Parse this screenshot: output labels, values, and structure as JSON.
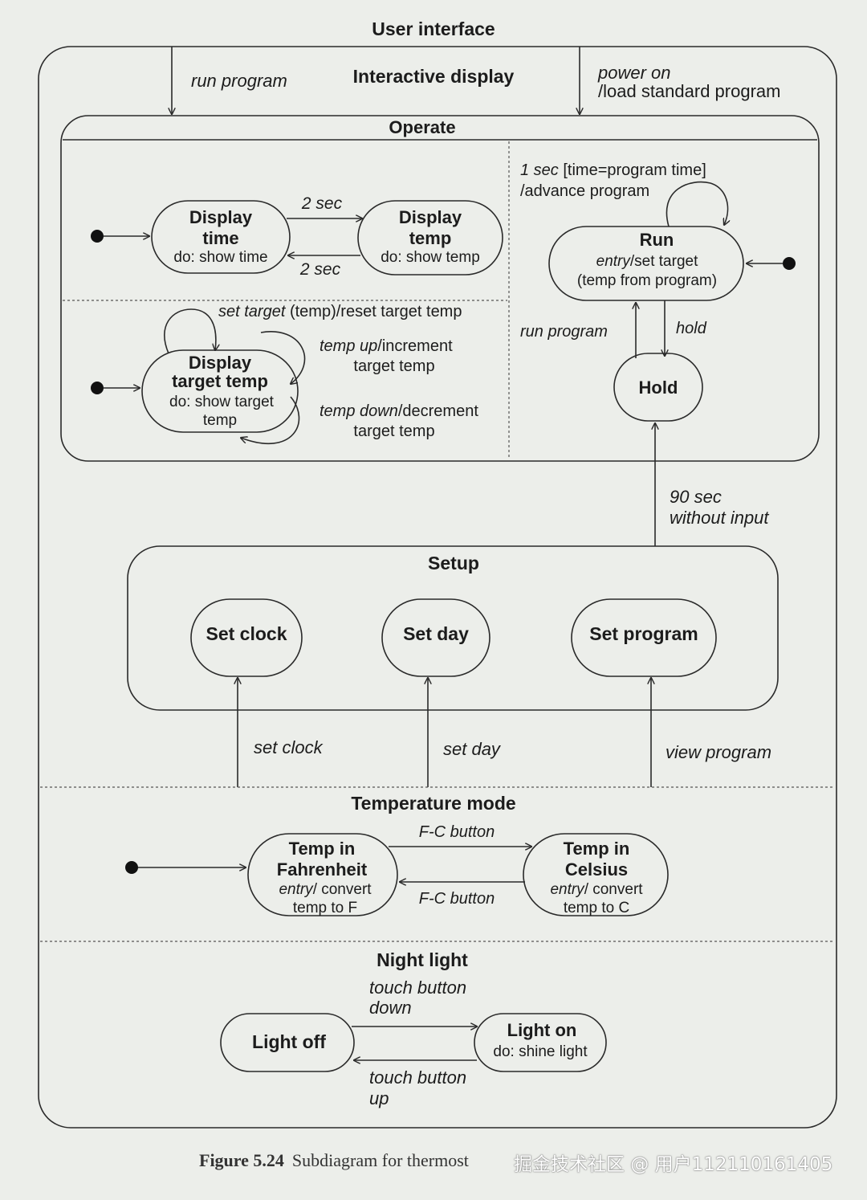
{
  "diagram": {
    "user_interface": {
      "title": "User interface"
    },
    "interactive_display": {
      "title": "Interactive display",
      "run_program_label": "run program",
      "power_on_line1": "power on",
      "power_on_line2": "/load standard program"
    },
    "operate": {
      "title": "Operate",
      "display_time": {
        "line1": "Display",
        "line2": "time",
        "activity": "do: show time"
      },
      "display_temp": {
        "line1": "Display",
        "line2": "temp",
        "activity": "do: show temp"
      },
      "two_sec_forward": "2 sec",
      "two_sec_back": "2 sec",
      "display_target": {
        "line1": "Display",
        "line2": "target temp",
        "activity1": "do: show target",
        "activity2": "temp"
      },
      "set_target_event": "set target",
      "set_target_action": " (temp)/reset target temp",
      "temp_up_event": "temp up",
      "temp_up_action1": "/increment",
      "temp_up_action2": "target temp",
      "temp_down_event": "temp down",
      "temp_down_action1": "/decrement",
      "temp_down_action2": "target temp",
      "self_loop_event": "1 sec",
      "self_loop_guard": " [time=program time]",
      "self_loop_action": "/advance program",
      "run": {
        "title": "Run",
        "entry_kw": "entry",
        "entry_action": "/set target",
        "entry_line2": "(temp from program)"
      },
      "hold": {
        "title": "Hold"
      },
      "run_program_label": "run program",
      "hold_label": "hold"
    },
    "timeout_line1": "90 sec",
    "timeout_line2": "without input",
    "setup": {
      "title": "Setup",
      "set_clock": "Set clock",
      "set_day": "Set day",
      "set_program": "Set program"
    },
    "set_clock_event": "set clock",
    "set_day_event": "set day",
    "view_program_event": "view program",
    "temperature_mode": {
      "title": "Temperature mode",
      "fahrenheit": {
        "line1": "Temp in",
        "line2": "Fahrenheit",
        "entry_kw": "entry",
        "entry_action": "/ convert",
        "entry_line2": "temp to F"
      },
      "celsius": {
        "line1": "Temp in",
        "line2": "Celsius",
        "entry_kw": "entry",
        "entry_action": "/ convert",
        "entry_line2": "temp to C"
      },
      "fc_button_top": "F-C button",
      "fc_button_bottom": "F-C button"
    },
    "night_light": {
      "title": "Night light",
      "light_off": "Light off",
      "light_on": "Light on",
      "light_on_activity": "do: shine light",
      "touch_down_line1": "touch button",
      "touch_down_line2": "down",
      "touch_up_line1": "touch button",
      "touch_up_line2": "up"
    }
  },
  "caption": {
    "number": "Figure 5.24",
    "text": "Subdiagram for thermost"
  },
  "watermark": "掘金技术社区 @ 用户112110161405"
}
